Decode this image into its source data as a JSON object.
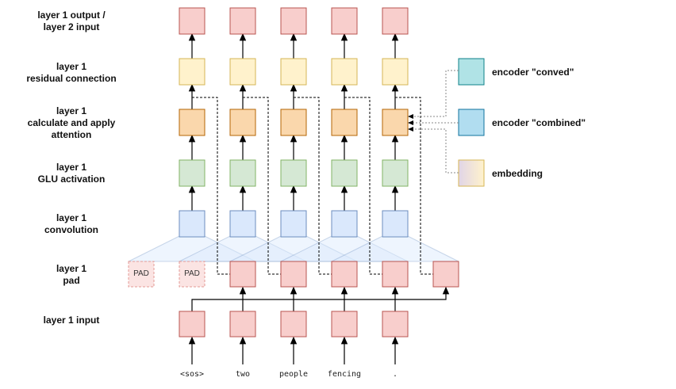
{
  "row_labels": [
    {
      "line1": "layer 1 output /",
      "line2": "layer 2 input"
    },
    {
      "line1": "layer 1",
      "line2": "residual connection"
    },
    {
      "line1": "layer 1",
      "line2": "calculate and apply",
      "line3": "attention"
    },
    {
      "line1": "layer 1",
      "line2": "GLU activation"
    },
    {
      "line1": "layer 1",
      "line2": "convolution"
    },
    {
      "line1": "layer 1",
      "line2": "pad"
    },
    {
      "line1": "layer 1 input"
    }
  ],
  "pad_label": "PAD",
  "tokens": [
    "<sos>",
    "two",
    "people",
    "fencing",
    "."
  ],
  "legend": [
    {
      "label": "encoder \"conved\"",
      "color": "#b0e3e6"
    },
    {
      "label": "encoder \"combined\"",
      "color": "#b1ddf0"
    },
    {
      "label": "embedding",
      "color": "gradient"
    }
  ],
  "colors": {
    "red": "#f8cecc",
    "red_border": "#b85450",
    "yellow": "#fff2cc",
    "yellow_border": "#d6b656",
    "orange": "#fad7ac",
    "orange_border": "#b46504",
    "green": "#d5e8d4",
    "green_border": "#82b366",
    "blue": "#dae8fc",
    "blue_border": "#6c8ebf"
  }
}
